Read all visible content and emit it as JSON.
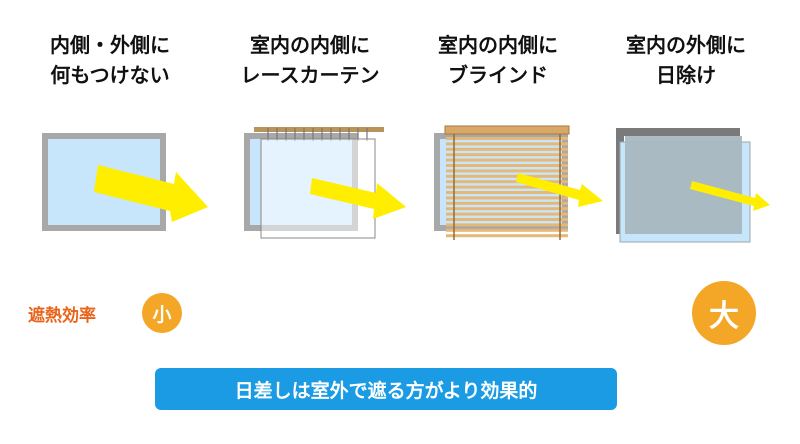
{
  "columns": [
    {
      "line1": "内側・外側に",
      "line2": "何もつけない"
    },
    {
      "line1": "室内の内側に",
      "line2": "レースカーテン"
    },
    {
      "line1": "室内の内側に",
      "line2": "ブラインド"
    },
    {
      "line1": "室内の外側に",
      "line2": "日除け"
    }
  ],
  "scale": {
    "label": "遮熱効率",
    "low": "小",
    "high": "大"
  },
  "banner": {
    "text": "日差しは室外で遮る方がより効果的"
  },
  "colors": {
    "window_frame": "#a8a8a8",
    "glass": "#c8e6fb",
    "sun_arrow": "#ffee00",
    "efficiency_arrow": "#f4a626",
    "efficiency_label": "#e8641b",
    "banner_bg": "#1b9be3",
    "blind_slat": "#e5b878",
    "awning": "#7a7a7a"
  }
}
